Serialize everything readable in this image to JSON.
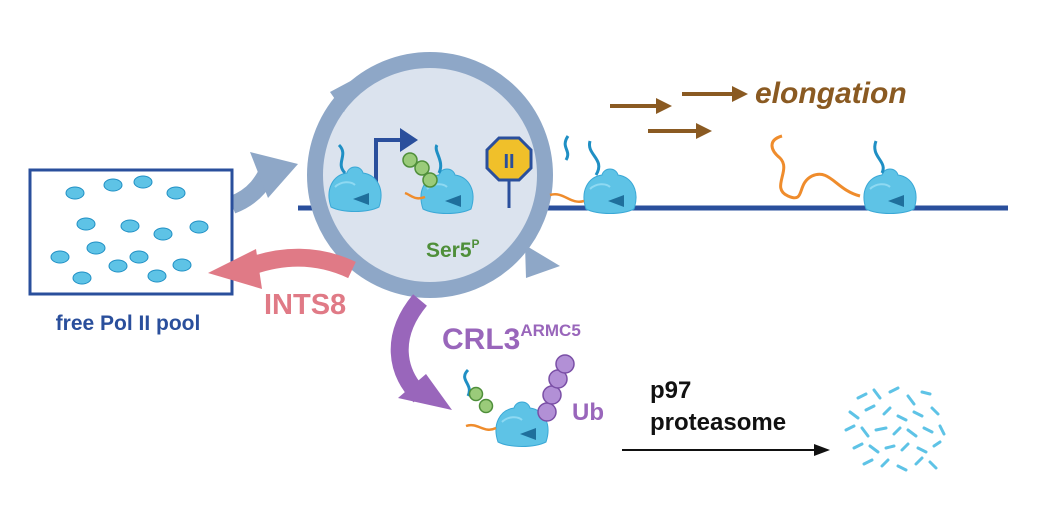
{
  "labels": {
    "elongation": "elongation",
    "ser5": "Ser5",
    "ser5_sup": "P",
    "pause_symbol": "II",
    "free_pool": "free Pol II pool",
    "ints8": "INTS8",
    "crl3": "CRL3",
    "crl3_sup": "ARMC5",
    "ub": "Ub",
    "p97": "p97",
    "proteasome": "proteasome"
  },
  "colors": {
    "dna": "#2a4f9c",
    "pol": "#5ec3e6",
    "pol_dark": "#1f8fc4",
    "cycle": "#8ea7c7",
    "cycle_fill": "#dbe3ee",
    "ints8": "#e07a86",
    "crl3": "#9966bb",
    "ser5": "#4f8f3a",
    "elongation": "#8a5a22",
    "rna": "#ef8c2c",
    "box": "#2a4f9c",
    "pause_fill": "#f0c02a"
  }
}
